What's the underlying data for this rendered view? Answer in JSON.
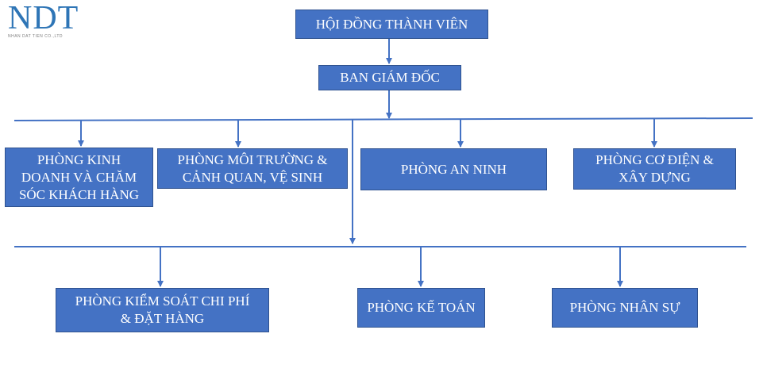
{
  "logo": {
    "mark": "NDT",
    "company": "NHAN DAT TIEN CO.,LTD"
  },
  "colors": {
    "box_fill": "#4472c4",
    "box_border": "#2f528f",
    "line": "#4472c4",
    "text": "#ffffff",
    "logo": "#2e75b6"
  },
  "nodes": {
    "board": "HỘI ĐỒNG THÀNH VIÊN",
    "directors": "BAN GIÁM ĐỐC",
    "business": "PHÒNG KINH\nDOANH VÀ CHĂM\nSÓC KHÁCH HÀNG",
    "environment": "PHÒNG MÔI TRƯỜNG &\nCẢNH QUAN, VỆ SINH",
    "security": "PHÒNG AN NINH",
    "mep": "PHÒNG CƠ ĐIỆN &\nXÂY DỰNG",
    "cost_control": "PHÒNG KIỂM SOÁT CHI PHÍ\n& ĐẶT HÀNG",
    "accounting": "PHÒNG KẾ TOÁN",
    "hr": "PHÒNG NHÂN SỰ"
  }
}
